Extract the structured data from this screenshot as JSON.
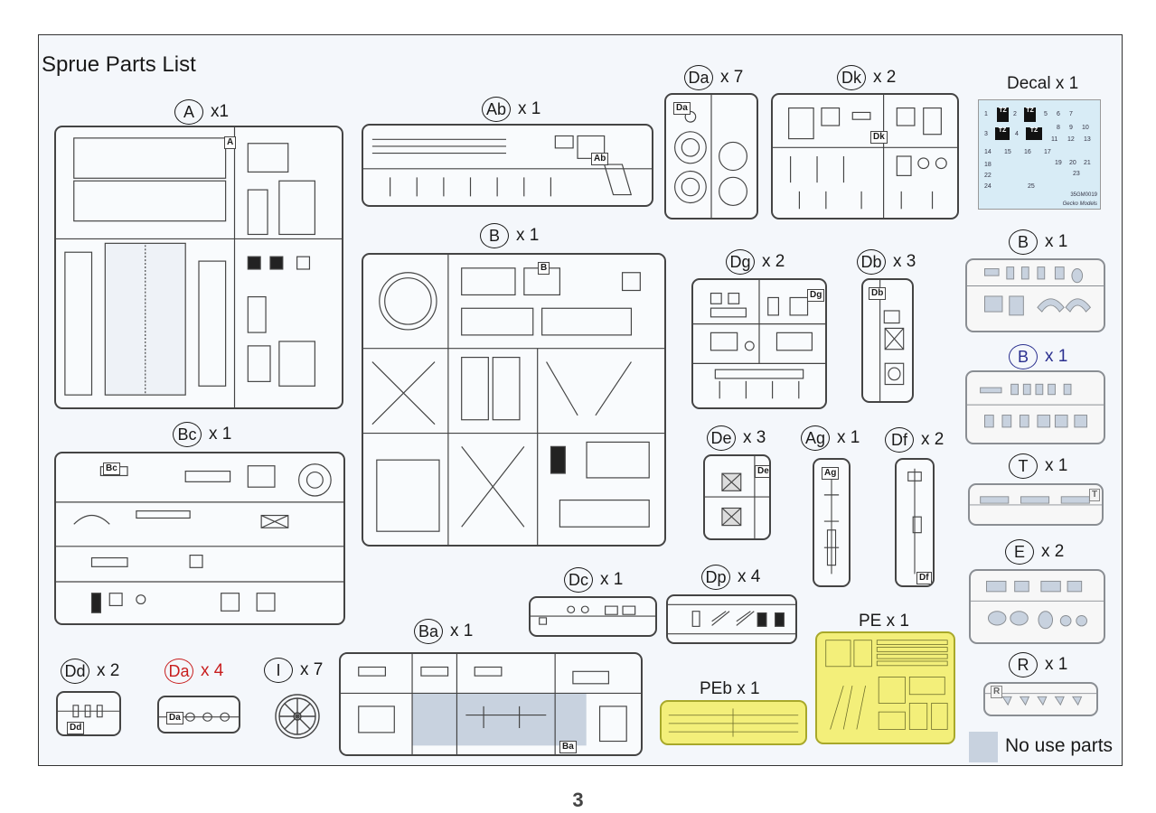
{
  "title": "Sprue Parts List",
  "page_number": "3",
  "legend": {
    "no_use_label": "No use parts",
    "no_use_color": "#c8d2df"
  },
  "colors": {
    "red_label": "#c81e1e",
    "blue_label": "#2a2f8f",
    "pe_fill": "#f3ef7a"
  },
  "sprues": {
    "A": {
      "code": "A",
      "qty": "x1"
    },
    "Ab": {
      "code": "Ab",
      "qty": "x 1",
      "tag": "Ab"
    },
    "Da": {
      "code": "Da",
      "qty": "x 7",
      "tag": "Da"
    },
    "Dk": {
      "code": "Dk",
      "qty": "x 2",
      "tag": "Dk"
    },
    "B": {
      "code": "B",
      "qty": "x 1",
      "tag": "B"
    },
    "Dg": {
      "code": "Dg",
      "qty": "x 2",
      "tag": "Dg"
    },
    "Db": {
      "code": "Db",
      "qty": "x 3",
      "tag": "Db"
    },
    "Bc": {
      "code": "Bc",
      "qty": "x 1",
      "tag": "Bc"
    },
    "De": {
      "code": "De",
      "qty": "x 3",
      "tag": "De"
    },
    "Ag": {
      "code": "Ag",
      "qty": "x 1",
      "tag": "Ag"
    },
    "Df": {
      "code": "Df",
      "qty": "x 2",
      "tag": "Df"
    },
    "Dc": {
      "code": "Dc",
      "qty": "x 1"
    },
    "Dp": {
      "code": "Dp",
      "qty": "x 4"
    },
    "Ba": {
      "code": "Ba",
      "qty": "x 1",
      "tag": "Ba"
    },
    "Dd": {
      "code": "Dd",
      "qty": "x 2",
      "tag": "Dd"
    },
    "Da2": {
      "code": "Da",
      "qty": "x 4",
      "tag": "Da"
    },
    "I": {
      "code": "I",
      "qty": "x 7"
    },
    "PE": {
      "label": "PE x 1"
    },
    "PEb": {
      "label": "PEb x 1"
    },
    "Bg1": {
      "code": "B",
      "qty": "x 1"
    },
    "Bg2": {
      "code": "B",
      "qty": "x 1"
    },
    "T": {
      "code": "T",
      "qty": "x 1",
      "tag": "T"
    },
    "E": {
      "code": "E",
      "qty": "x 2"
    },
    "R": {
      "code": "R",
      "qty": "x 1",
      "tag": "R"
    }
  },
  "decal": {
    "label": "Decal x 1",
    "code": "35GM0019",
    "brand": "Gecko Models",
    "marks": [
      "TZ",
      "TZ",
      "TZ",
      "TZ"
    ],
    "numbers": [
      "1",
      "2",
      "3",
      "4",
      "5",
      "6",
      "7",
      "8",
      "9",
      "10",
      "11",
      "12",
      "13",
      "14",
      "15",
      "16",
      "17",
      "18",
      "19",
      "20",
      "21",
      "22",
      "23",
      "24",
      "25"
    ]
  }
}
